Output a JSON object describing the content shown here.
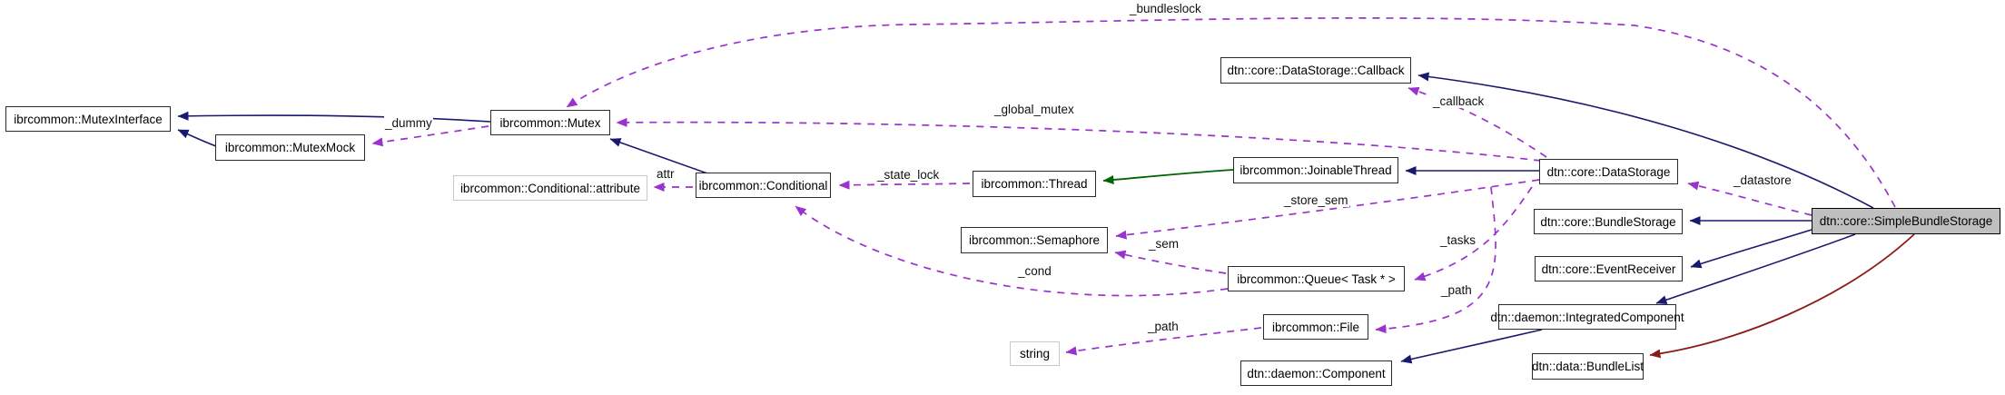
{
  "diagram": {
    "nodes": {
      "mutex_interface": {
        "label": "ibrcommon::MutexInterface"
      },
      "mutex_mock": {
        "label": "ibrcommon::MutexMock"
      },
      "mutex": {
        "label": "ibrcommon::Mutex"
      },
      "conditional_attribute": {
        "label": "ibrcommon::Conditional::attribute"
      },
      "conditional": {
        "label": "ibrcommon::Conditional"
      },
      "thread": {
        "label": "ibrcommon::Thread"
      },
      "semaphore": {
        "label": "ibrcommon::Semaphore"
      },
      "joinable_thread": {
        "label": "ibrcommon::JoinableThread"
      },
      "datastorage_callback": {
        "label": "dtn::core::DataStorage::Callback"
      },
      "datastorage": {
        "label": "dtn::core::DataStorage"
      },
      "queue_task": {
        "label": "ibrcommon::Queue< Task * >"
      },
      "file": {
        "label": "ibrcommon::File"
      },
      "string": {
        "label": "string"
      },
      "component": {
        "label": "dtn::daemon::Component"
      },
      "bundle_storage": {
        "label": "dtn::core::BundleStorage"
      },
      "event_receiver": {
        "label": "dtn::core::EventReceiver"
      },
      "integrated_component": {
        "label": "dtn::daemon::IntegratedComponent"
      },
      "bundle_list": {
        "label": "dtn::data::BundleList"
      },
      "simple_bundle_storage": {
        "label": "dtn::core::SimpleBundleStorage"
      }
    },
    "edge_labels": {
      "bundleslock": {
        "label": "_bundleslock"
      },
      "dummy": {
        "label": "_dummy"
      },
      "global_mutex": {
        "label": "_global_mutex"
      },
      "attr": {
        "label": "attr"
      },
      "state_lock": {
        "label": "_state_lock"
      },
      "callback": {
        "label": "_callback"
      },
      "store_sem": {
        "label": "_store_sem"
      },
      "sem": {
        "label": "_sem"
      },
      "cond": {
        "label": "_cond"
      },
      "tasks": {
        "label": "_tasks"
      },
      "path_file": {
        "label": "_path"
      },
      "path_string": {
        "label": "_path"
      },
      "datastore": {
        "label": "_datastore"
      }
    },
    "colors": {
      "inheritance": "#191970",
      "protected_inheritance": "#006400",
      "private_inheritance": "#8b1a1a",
      "usage": "#9a32cd",
      "highlight_fill": "#bfbfbf",
      "external_border": "#c8c8c8"
    }
  }
}
